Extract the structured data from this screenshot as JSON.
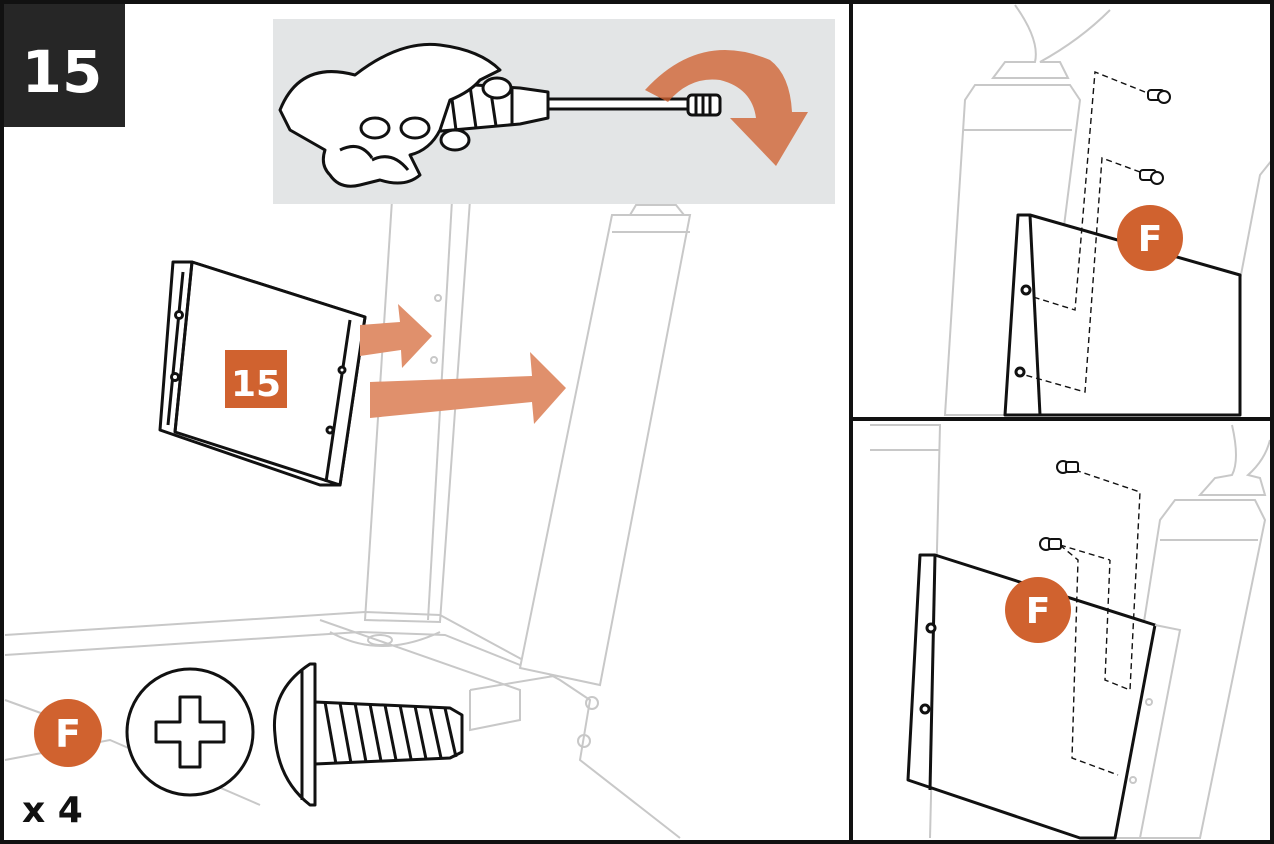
{
  "step": {
    "number": "15",
    "part_label": "15"
  },
  "callouts": {
    "detail_top": "F",
    "detail_bottom": "F"
  },
  "hardware": {
    "label": "F",
    "quantity": "x 4"
  },
  "colors": {
    "accent": "#d0622f",
    "arrow": "#e0906c",
    "badge_bg": "#262626",
    "line": "#111111",
    "ghost": "#c8c8c8",
    "inset_bg": "#e3e5e6"
  },
  "icons": {
    "tool": "screwdriver-icon",
    "drive": "phillips-head-icon",
    "fastener": "screw-icon"
  }
}
